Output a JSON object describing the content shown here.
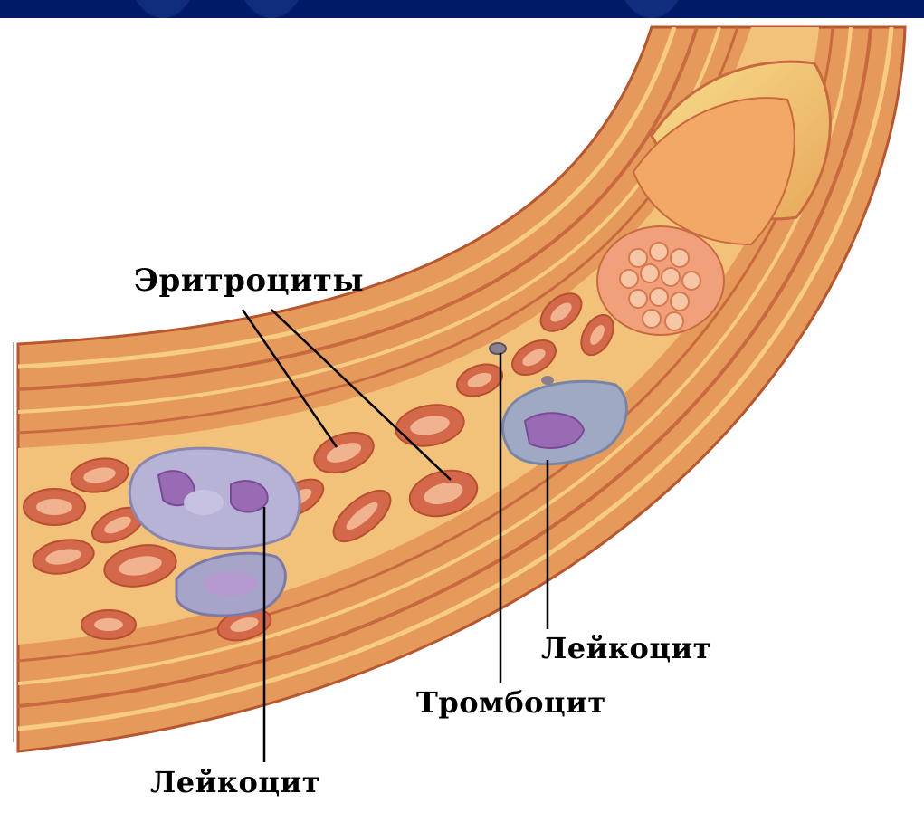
{
  "labels": {
    "erythrocytes": "Эритроциты",
    "leukocyte_right": "Лейкоцит",
    "thrombocyte": "Тромбоцит",
    "leukocyte_bottom": "Лейкоцит"
  },
  "colors": {
    "header_bar": "#001a66",
    "vessel_outer": "#e59a5c",
    "vessel_stripe": "#f6cc82",
    "vessel_wall": "#c9693f",
    "plasma": "#f3c27a",
    "erythrocyte_rim": "#d4684a",
    "erythrocyte_center": "#f0b28f",
    "leukocyte_body": "#a6a4c8",
    "leukocyte_nucleus": "#9a6bb5",
    "cut_section": "#f5d278",
    "leader_line": "#000000"
  }
}
